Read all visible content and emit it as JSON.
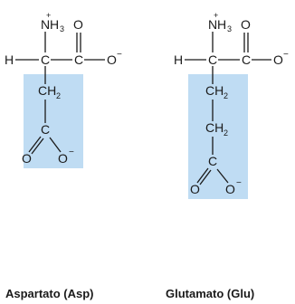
{
  "colors": {
    "side_chain_box": "#bfdcf3",
    "ink": "#1a1a1a",
    "background": "#ffffff"
  },
  "molecules": [
    {
      "name": "Aspartato (Asp)",
      "atoms": {
        "plus": "+",
        "n": "N",
        "h3": "H",
        "h3_sub": "3",
        "o_top": "O",
        "h": "H",
        "c_alpha": "C",
        "c_carboxyl": "C",
        "o_minus": "O",
        "minus": "−",
        "ch2_1": "CH",
        "ch2_1_sub": "2",
        "c_side": "C",
        "o_side_left": "O",
        "o_side_right": "O",
        "o_side_minus": "−"
      }
    },
    {
      "name": "Glutamato (Glu)",
      "atoms": {
        "plus": "+",
        "n": "N",
        "h3": "H",
        "h3_sub": "3",
        "o_top": "O",
        "h": "H",
        "c_alpha": "C",
        "c_carboxyl": "C",
        "o_minus": "O",
        "minus": "−",
        "ch2_1": "CH",
        "ch2_1_sub": "2",
        "ch2_2": "CH",
        "ch2_2_sub": "2",
        "c_side": "C",
        "o_side_left": "O",
        "o_side_right": "O",
        "o_side_minus": "−"
      }
    }
  ]
}
